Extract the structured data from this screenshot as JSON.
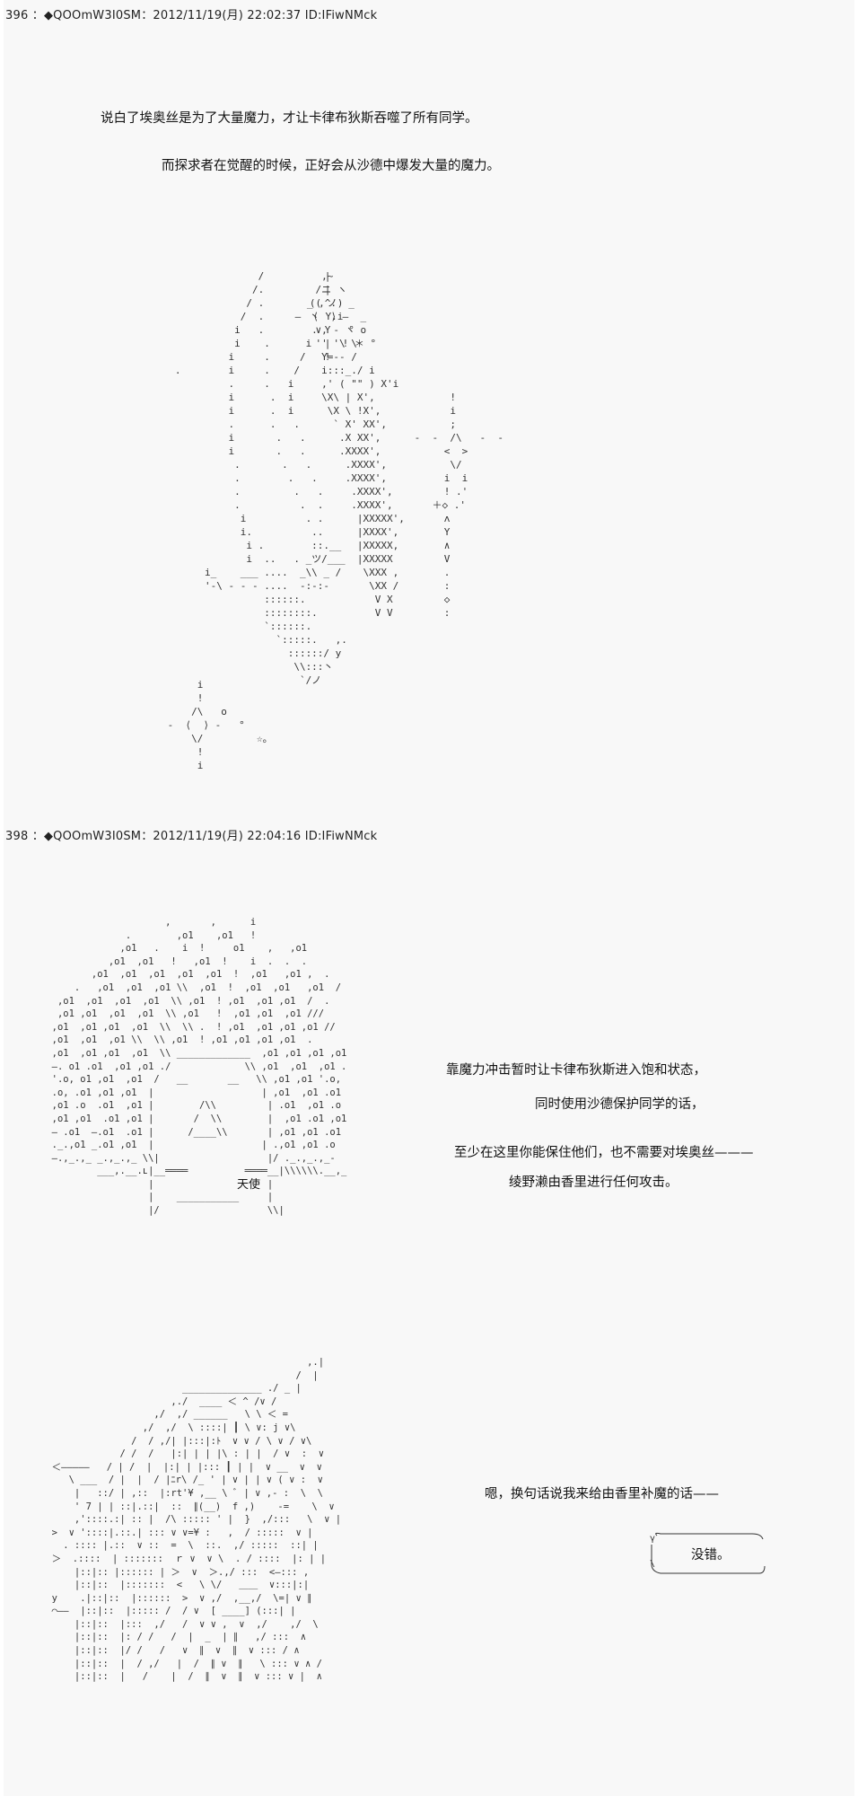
{
  "posts": [
    {
      "header": "396 ：◆QOOmW3I0SM：2012/11/19(月) 22:02:37 ID:IFiwNMck",
      "lines": [
        "说白了埃奥丝是为了大量魔力，才让卡律布狄斯吞噬了所有同学。",
        "而探求者在觉醒的时候，正好会从沙德中爆发大量的魔力。"
      ]
    },
    {
      "header": "398 ：◆QOOmW3I0SM：2012/11/19(月) 22:04:16 ID:IFiwNMck",
      "lines": [
        "靠魔力冲击暂时让卡律布狄斯进入饱和状态，",
        "同时使用沙德保护同学的话，",
        "至少在这里你能保住他们，也不需要对埃奥丝———",
        "绫野濑由香里进行任何攻击。",
        "嗯，换句话说我来给由香里补魔的话——"
      ],
      "tenshi_label": "天使",
      "bubble": "没错。"
    }
  ]
}
